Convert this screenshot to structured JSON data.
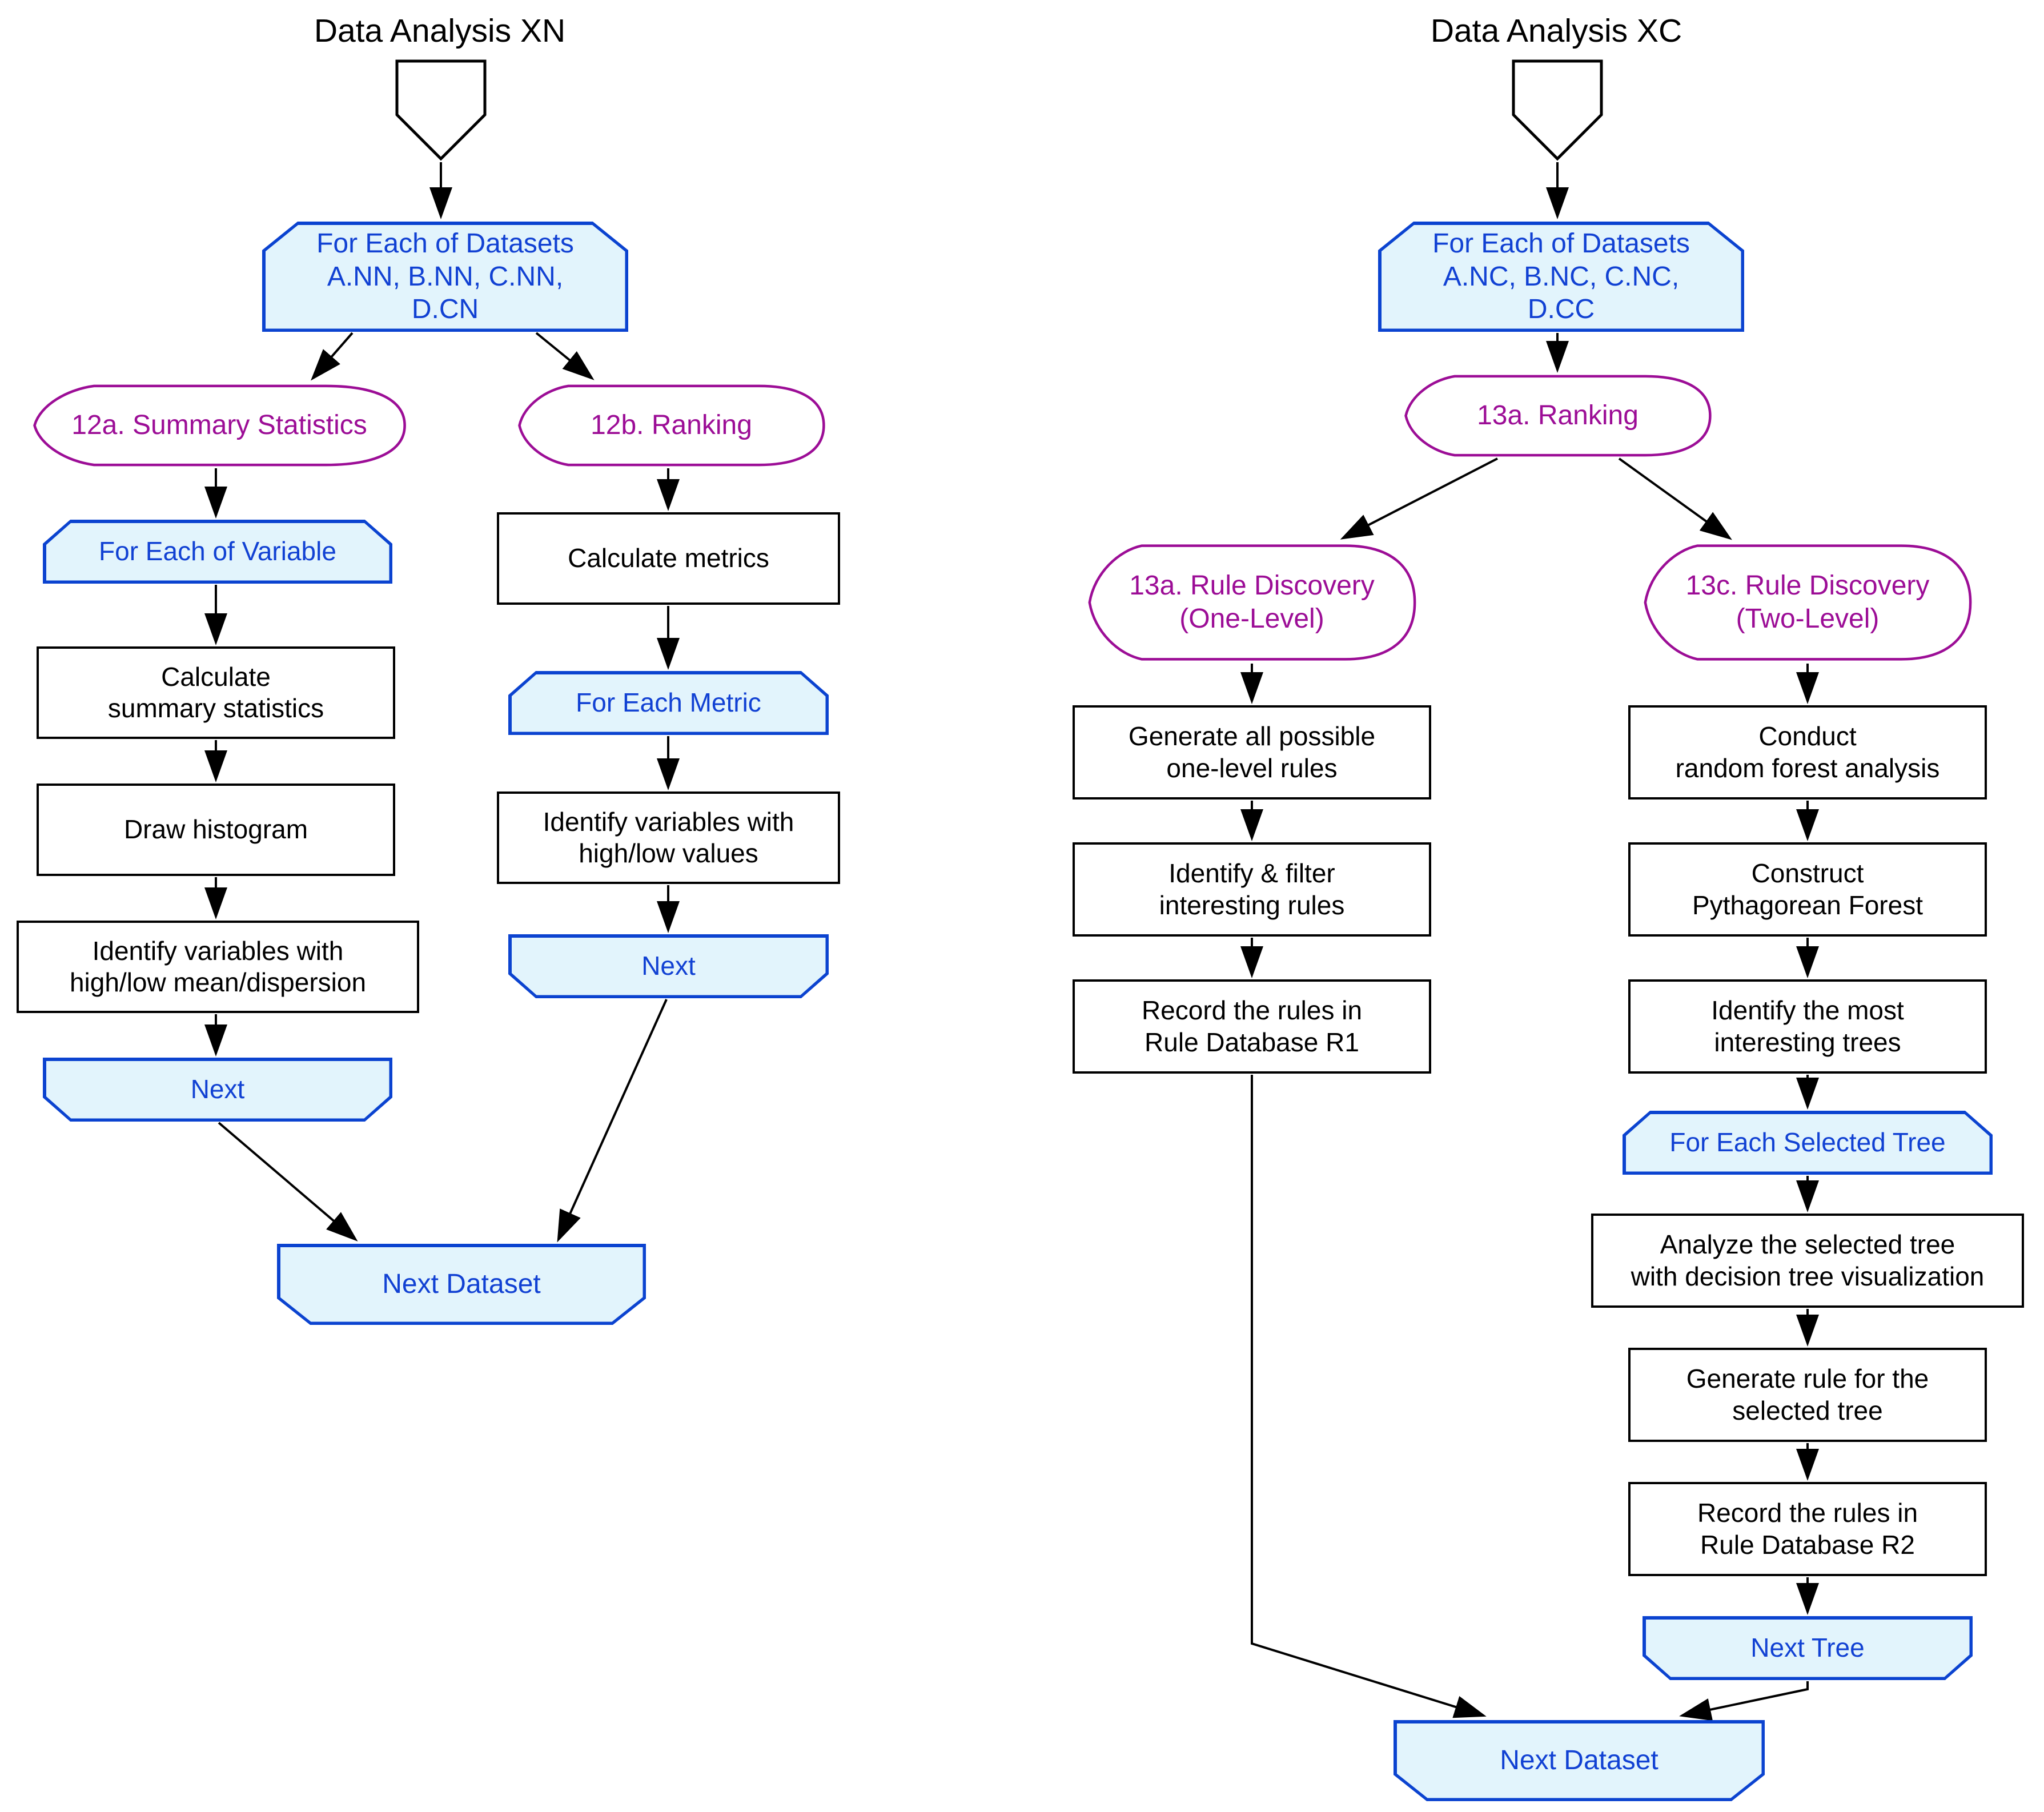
{
  "colors": {
    "accent_blue": "#0b43d0",
    "blue_text": "#1141d3",
    "light_blue_fill": "#e2f4fc",
    "purple": "#9c0d96",
    "black": "#000000",
    "background": "#ffffff"
  },
  "left": {
    "title": "Data Analysis XN",
    "nodes": {
      "datasets_loop": {
        "label": "For Each of Datasets\nA.NN, B.NN, C.NN,\nD.CN"
      },
      "summary_statistics": {
        "label": "12a. Summary Statistics"
      },
      "ranking": {
        "label": "12b. Ranking"
      },
      "for_each_variable": {
        "label": "For Each of Variable"
      },
      "calc_summary": {
        "label": "Calculate\nsummary statistics"
      },
      "draw_histogram": {
        "label": "Draw histogram"
      },
      "identify_mean_dispersion": {
        "label": "Identify variables with\nhigh/low mean/dispersion"
      },
      "next_variable": {
        "label": "Next"
      },
      "calculate_metrics": {
        "label": "Calculate metrics"
      },
      "for_each_metric": {
        "label": "For Each Metric"
      },
      "identify_high_low": {
        "label": "Identify variables with\nhigh/low values"
      },
      "next_metric": {
        "label": "Next"
      },
      "next_dataset": {
        "label": "Next Dataset"
      }
    }
  },
  "right": {
    "title": "Data Analysis XC",
    "nodes": {
      "datasets_loop": {
        "label": "For Each of Datasets\nA.NC, B.NC, C.NC,\nD.CC"
      },
      "ranking": {
        "label": "13a. Ranking"
      },
      "rule_discovery_one": {
        "label": "13a. Rule Discovery\n(One-Level)"
      },
      "rule_discovery_two": {
        "label": "13c. Rule Discovery\n(Two-Level)"
      },
      "generate_one_level": {
        "label": "Generate all possible\none-level rules"
      },
      "identify_filter": {
        "label": "Identify & filter\ninteresting rules"
      },
      "record_r1": {
        "label": "Record the rules in\nRule Database R1"
      },
      "conduct_rf": {
        "label": "Conduct\nrandom forest analysis"
      },
      "construct_pf": {
        "label": "Construct\nPythagorean Forest"
      },
      "identify_trees": {
        "label": "Identify the most\ninteresting trees"
      },
      "for_each_tree": {
        "label": "For Each Selected Tree"
      },
      "analyze_tree": {
        "label": "Analyze the selected tree\nwith decision tree visualization"
      },
      "generate_rule": {
        "label": "Generate rule for the\nselected tree"
      },
      "record_r2": {
        "label": "Record the rules in\nRule Database R2"
      },
      "next_tree": {
        "label": "Next Tree"
      },
      "next_dataset": {
        "label": "Next Dataset"
      }
    }
  }
}
